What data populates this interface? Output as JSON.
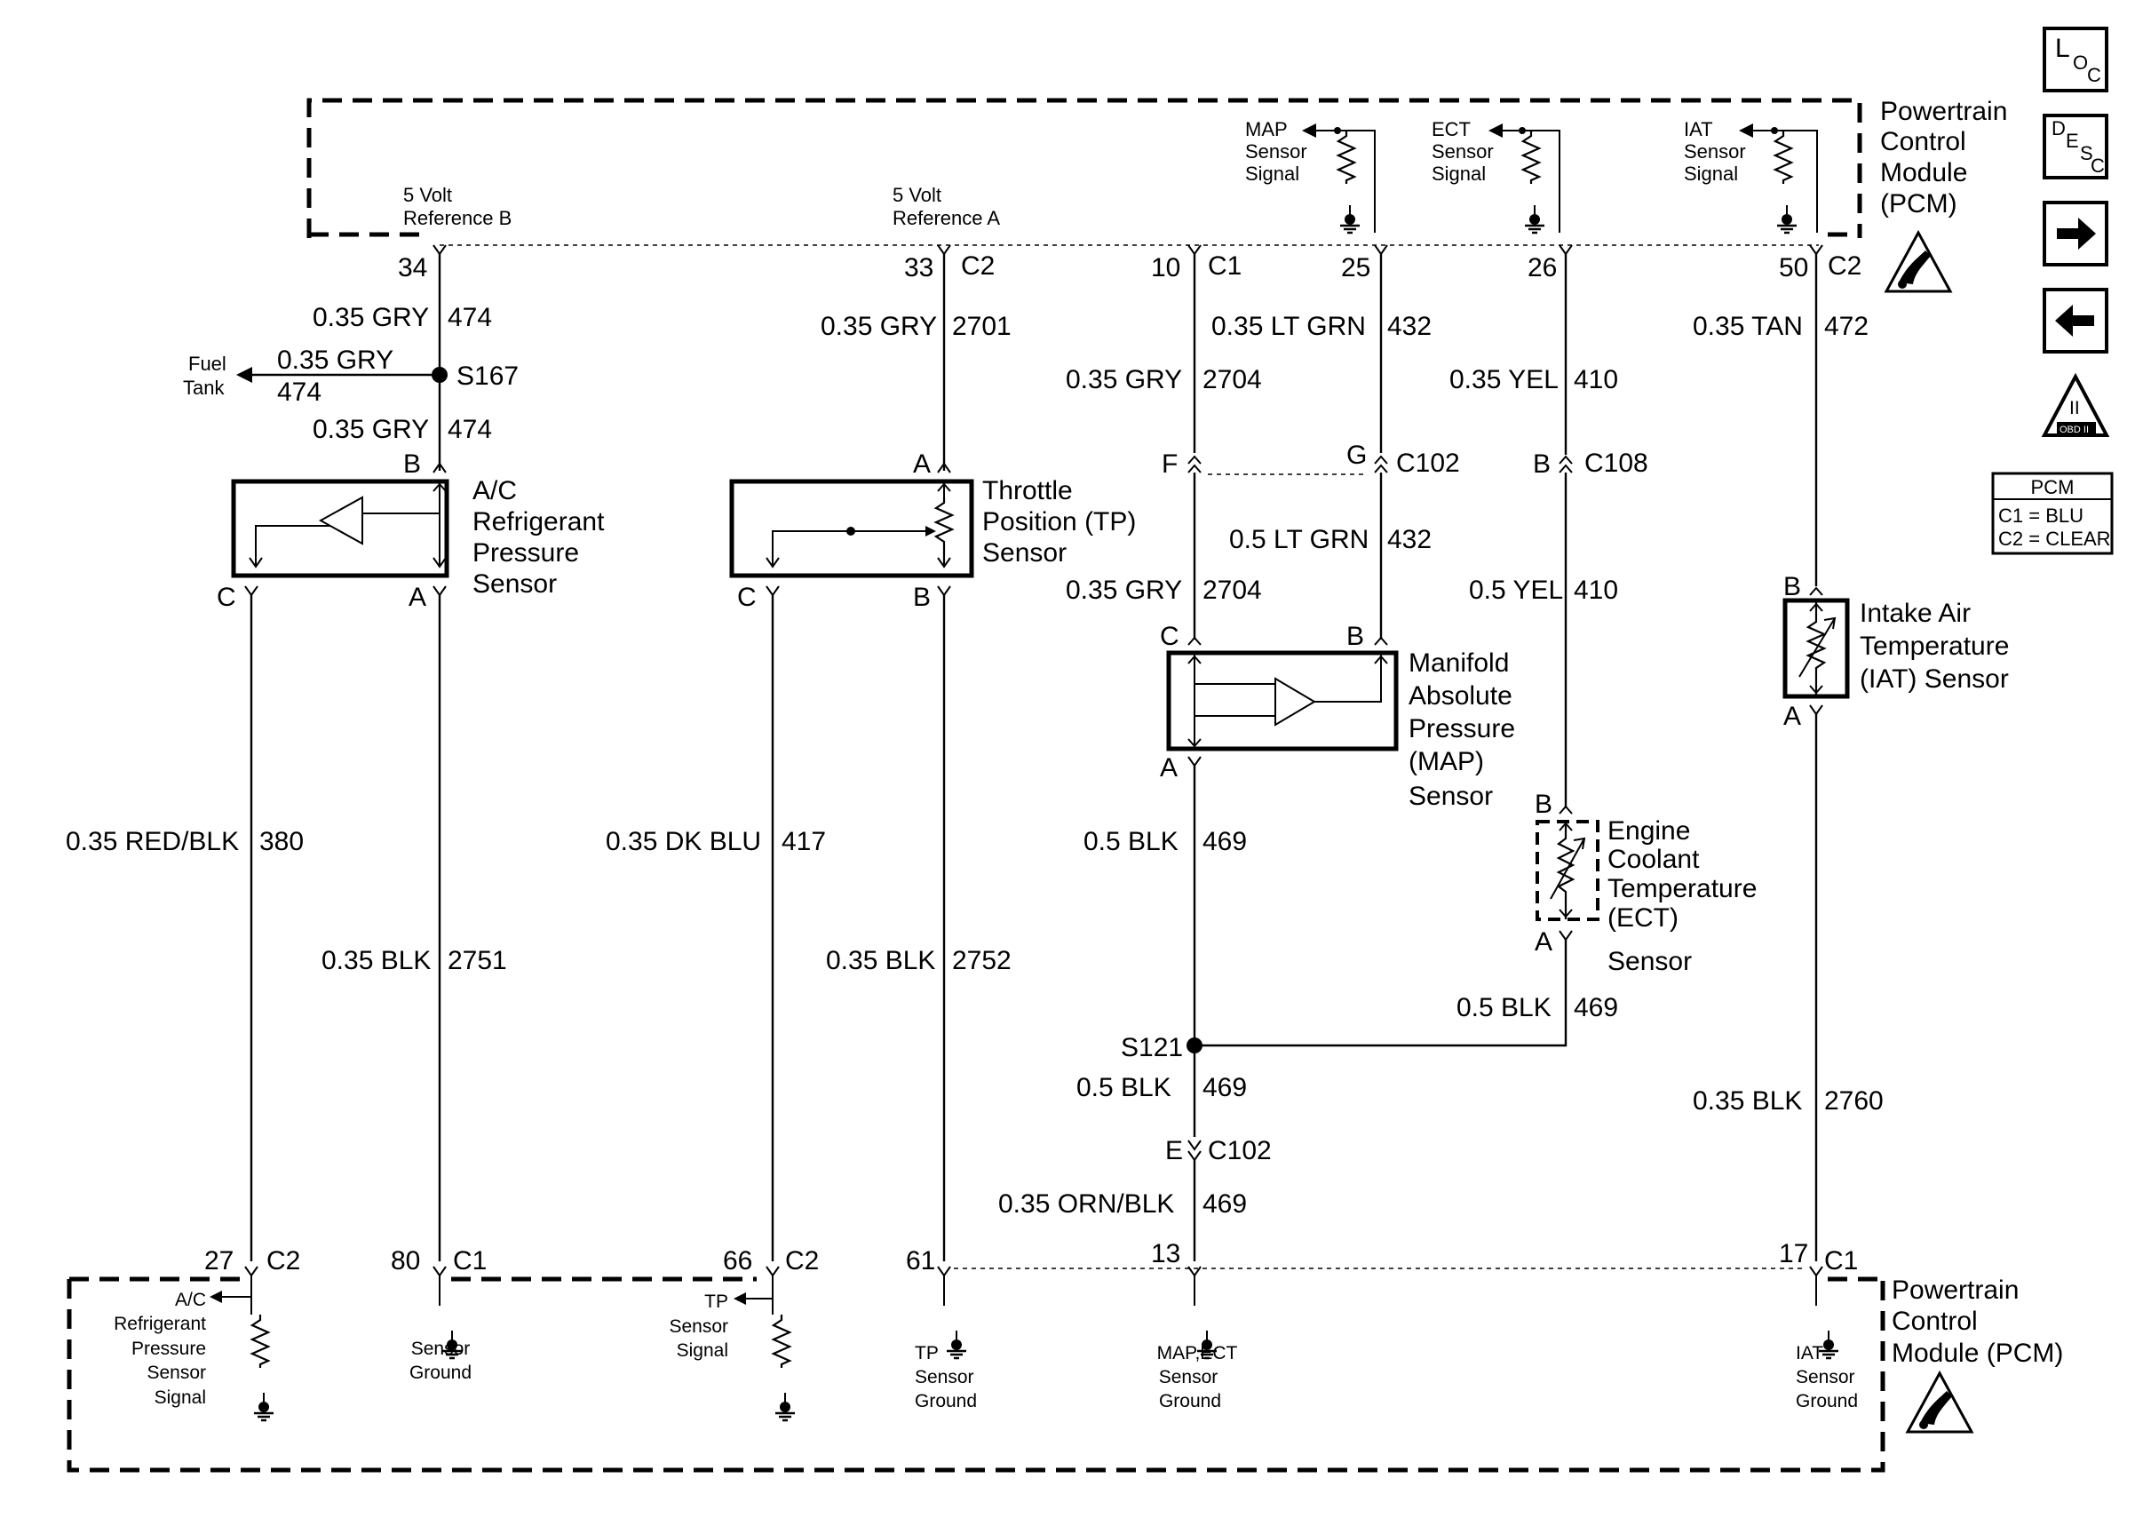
{
  "pcm_top": {
    "label": [
      "Powertrain",
      "Control",
      "Module",
      "(PCM)"
    ],
    "ref_b": [
      "5 Volt",
      "Reference B"
    ],
    "ref_a": [
      "5 Volt",
      "Reference A"
    ],
    "map_signal": [
      "MAP",
      "Sensor",
      "Signal"
    ],
    "ect_signal": [
      "ECT",
      "Sensor",
      "Signal"
    ],
    "iat_signal": [
      "IAT",
      "Sensor",
      "Signal"
    ]
  },
  "pcm_bottom": {
    "label": [
      "Powertrain",
      "Control",
      "Module (PCM)"
    ],
    "ac_signal": [
      "A/C",
      "Refrigerant",
      "Pressure",
      "Sensor",
      "Signal"
    ],
    "sensor_ground": [
      "Sensor",
      "Ground"
    ],
    "tp_signal": [
      "TP",
      "Sensor",
      "Signal"
    ],
    "tp_ground": [
      "TP",
      "Sensor",
      "Ground"
    ],
    "map_ect_ground": [
      "MAP,ECT",
      "Sensor",
      "Ground"
    ],
    "iat_ground": [
      "IAT",
      "Sensor",
      "Ground"
    ]
  },
  "pins_top": {
    "p34": "34",
    "p33": "33",
    "c2a": "C2",
    "p10": "10",
    "c1": "C1",
    "p25": "25",
    "p26": "26",
    "p50": "50",
    "c2b": "C2"
  },
  "pins_bottom": {
    "p27": "27",
    "c2a": "C2",
    "p80": "80",
    "c1a": "C1",
    "p66": "66",
    "c2b": "C2",
    "p61": "61",
    "p13": "13",
    "p17": "17",
    "c1b": "C1"
  },
  "wires": {
    "w474_a": [
      "0.35 GRY",
      "474"
    ],
    "w474_fuel": [
      "0.35 GRY",
      "474"
    ],
    "w474_b": [
      "0.35 GRY",
      "474"
    ],
    "w2701": [
      "0.35 GRY",
      "2701"
    ],
    "w2704_a": [
      "0.35 GRY",
      "2704"
    ],
    "w432_a": [
      "0.35 LT GRN",
      "432"
    ],
    "w410_a": [
      "0.35 YEL",
      "410"
    ],
    "w472": [
      "0.35 TAN",
      "472"
    ],
    "w432_b": [
      "0.5 LT GRN",
      "432"
    ],
    "w2704_b": [
      "0.35 GRY",
      "2704"
    ],
    "w410_b": [
      "0.5 YEL",
      "410"
    ],
    "w380": [
      "0.35 RED/BLK",
      "380"
    ],
    "w417": [
      "0.35 DK BLU",
      "417"
    ],
    "w469_a": [
      "0.5 BLK",
      "469"
    ],
    "w2751": [
      "0.35 BLK",
      "2751"
    ],
    "w2752": [
      "0.35 BLK",
      "2752"
    ],
    "w469_b": [
      "0.5 BLK",
      "469"
    ],
    "w469_c": [
      "0.5 BLK",
      "469"
    ],
    "w2760": [
      "0.35 BLK",
      "2760"
    ],
    "w469_d": [
      "0.35 ORN/BLK",
      "469"
    ]
  },
  "splices": {
    "s167": "S167",
    "s121": "S121"
  },
  "fuel_tank": [
    "Fuel",
    "Tank"
  ],
  "connectors": {
    "c102_top": "C102",
    "g": "G",
    "f": "F",
    "b_c108": "B",
    "c108": "C108",
    "e": "E",
    "c102_bottom": "C102"
  },
  "components": {
    "ac_sensor": [
      "A/C",
      "Refrigerant",
      "Pressure",
      "Sensor"
    ],
    "tp_sensor": [
      "Throttle",
      "Position (TP)",
      "Sensor"
    ],
    "map_sensor": [
      "Manifold",
      "Absolute",
      "Pressure",
      "(MAP)",
      "Sensor"
    ],
    "ect_sensor": [
      "Engine",
      "Coolant",
      "Temperature",
      "(ECT)",
      "Sensor"
    ],
    "iat_sensor": [
      "Intake Air",
      "Temperature",
      "(IAT) Sensor"
    ]
  },
  "terminals": {
    "ac_b": "B",
    "ac_c": "C",
    "ac_a": "A",
    "tp_a": "A",
    "tp_c": "C",
    "tp_b": "B",
    "map_c": "C",
    "map_b": "B",
    "map_a": "A",
    "ect_b": "B",
    "ect_a": "A",
    "iat_b": "B",
    "iat_a": "A"
  },
  "side_buttons": {
    "loc": [
      "L",
      "O",
      "C"
    ],
    "desc": [
      "D",
      "E",
      "S",
      "C"
    ],
    "obd": [
      "II",
      "OBD II"
    ]
  },
  "pcm_legend": {
    "title": "PCM",
    "rows": [
      "C1 = BLU",
      "C2 = CLEAR"
    ]
  },
  "icons": [
    "next-arrow-icon",
    "back-arrow-icon",
    "esd-warning-icon",
    "obd-ii-icon",
    "ground-icon",
    "resistor-icon",
    "thermistor-icon"
  ]
}
